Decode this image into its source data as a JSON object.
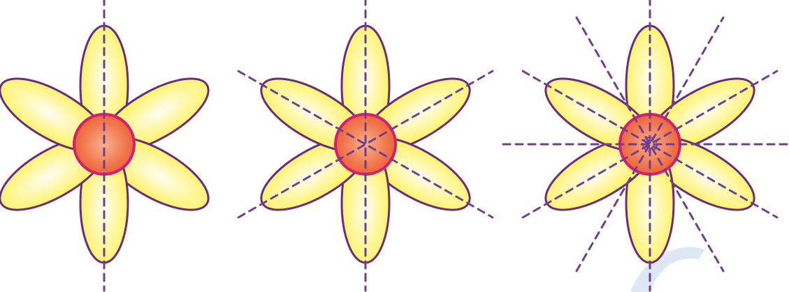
{
  "diagram": {
    "colors": {
      "petal_fill": "#fff44a",
      "petal_outline": "#6a2c7b",
      "center_fill": "#f06a43",
      "center_outline": "#d11f72",
      "axis_line": "#6f3f8c",
      "watermark": "#d9e5f3"
    },
    "flowers": [
      {
        "axes_count": 1
      },
      {
        "axes_count": 3
      },
      {
        "axes_count": 6
      }
    ]
  }
}
